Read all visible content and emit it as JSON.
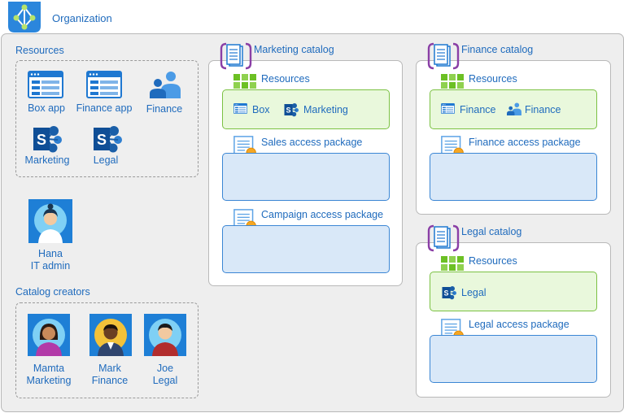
{
  "organization": {
    "label": "Organization"
  },
  "resources": {
    "heading": "Resources",
    "items": [
      {
        "label": "Box app",
        "icon": "app-window-icon"
      },
      {
        "label": "Finance app",
        "icon": "app-window-icon"
      },
      {
        "label": "Finance",
        "icon": "group-icon"
      },
      {
        "label": "Marketing",
        "icon": "sharepoint-icon"
      },
      {
        "label": "Legal",
        "icon": "sharepoint-icon"
      }
    ]
  },
  "it_admin": {
    "name": "Hana",
    "role": "IT admin"
  },
  "catalog_creators": {
    "heading": "Catalog creators",
    "people": [
      {
        "name": "Mamta",
        "dept": "Marketing"
      },
      {
        "name": "Mark",
        "dept": "Finance"
      },
      {
        "name": "Joe",
        "dept": "Legal"
      }
    ]
  },
  "catalogs": {
    "marketing": {
      "title": "Marketing catalog",
      "resources_label": "Resources",
      "resources": [
        {
          "label": "Box",
          "icon": "app-window-icon"
        },
        {
          "label": "Marketing",
          "icon": "sharepoint-icon"
        }
      ],
      "packages": [
        "Sales access package",
        "Campaign access package"
      ]
    },
    "finance": {
      "title": "Finance catalog",
      "resources_label": "Resources",
      "resources": [
        {
          "label": "Finance",
          "icon": "app-window-icon"
        },
        {
          "label": "Finance",
          "icon": "group-icon"
        }
      ],
      "packages": [
        "Finance access package"
      ]
    },
    "legal": {
      "title": "Legal catalog",
      "resources_label": "Resources",
      "resources": [
        {
          "label": "Legal",
          "icon": "sharepoint-icon"
        }
      ],
      "packages": [
        "Legal access package"
      ]
    }
  },
  "colors": {
    "text": "#1f6bbd",
    "resource_fill": "#e9f8dc",
    "resource_border": "#7bc143",
    "package_fill": "#d9e8f8",
    "package_border": "#3b86d4",
    "catalog_icon": "#7b3fa0"
  }
}
